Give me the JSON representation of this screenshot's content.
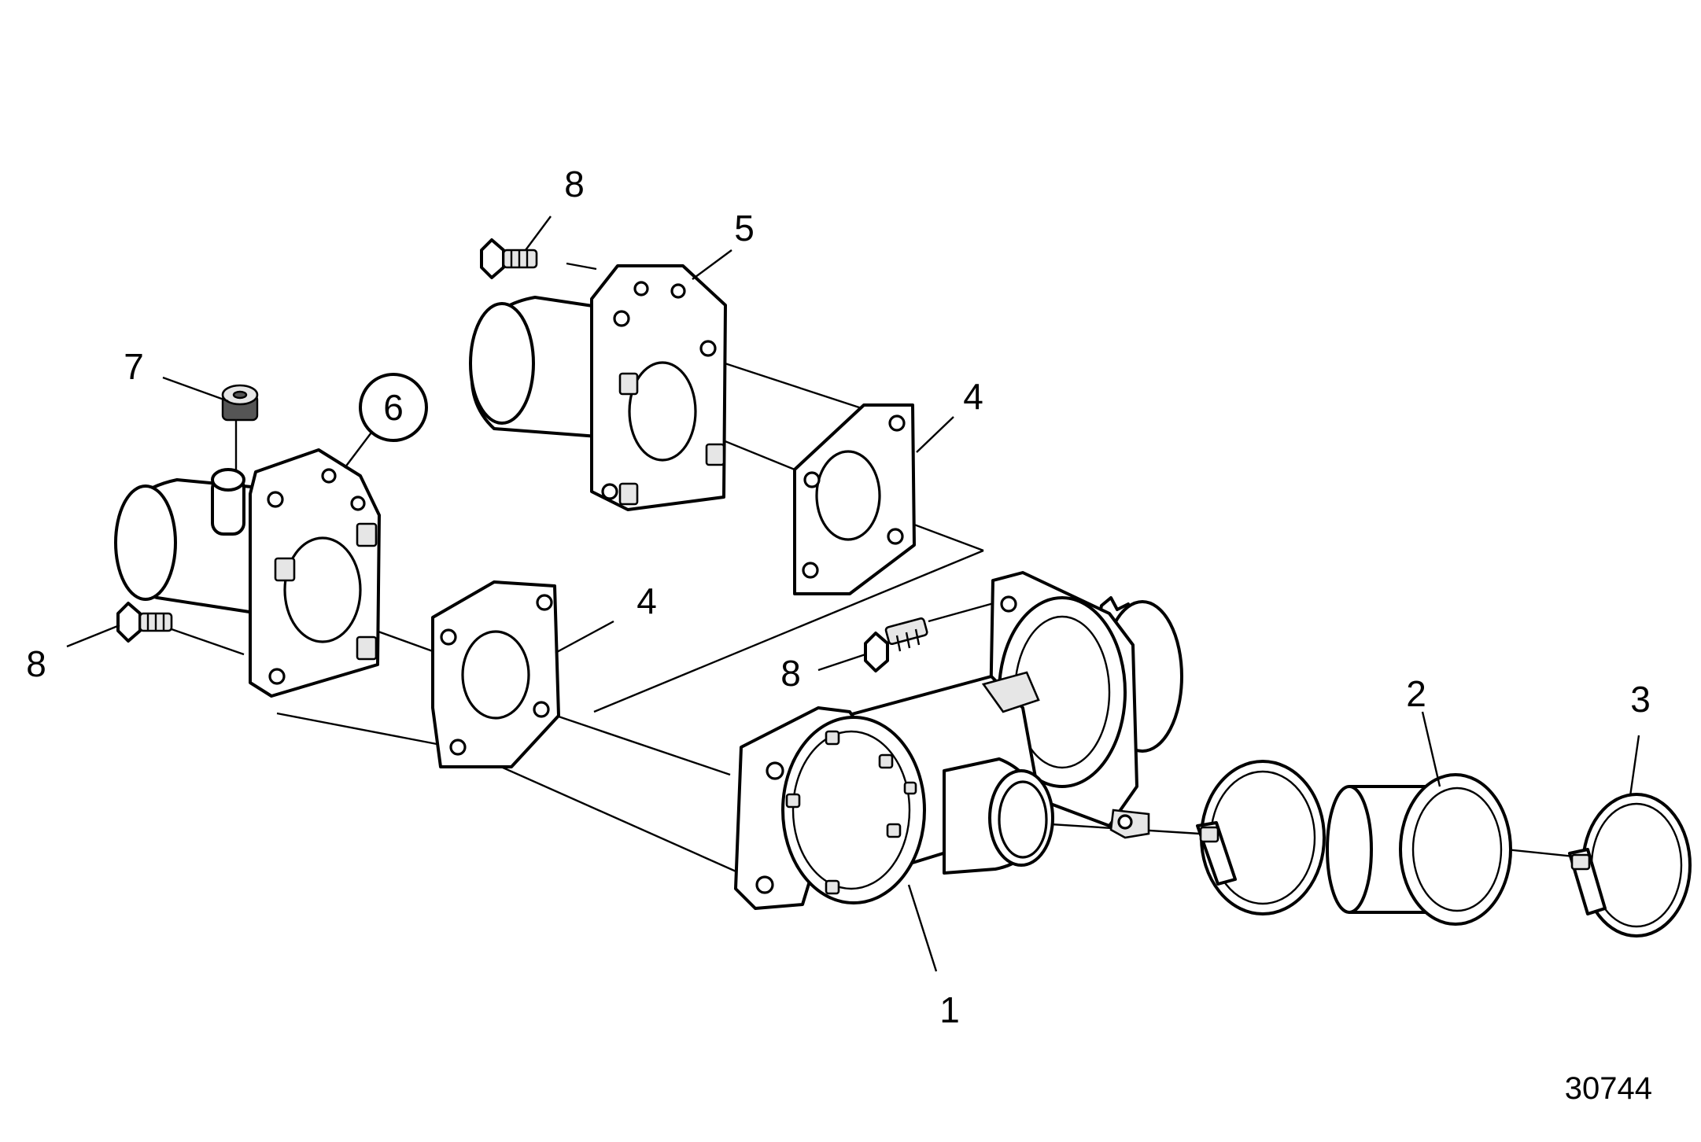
{
  "figure_number": "30744",
  "callouts": {
    "c1": "1",
    "c2": "2",
    "c3": "3",
    "c4a": "4",
    "c4b": "4",
    "c5": "5",
    "c6": "6",
    "c7": "7",
    "c8a": "8",
    "c8b": "8",
    "c8c": "8"
  },
  "icons": {
    "pump": "sea-water-pump-icon",
    "hose": "hose-icon",
    "clamp": "hose-clamp-icon",
    "gasket": "gasket-icon",
    "cover": "cover-plate-icon",
    "plug": "plug-icon",
    "bolt": "bolt-icon"
  },
  "colors": {
    "line": "#000000",
    "background": "#ffffff"
  }
}
